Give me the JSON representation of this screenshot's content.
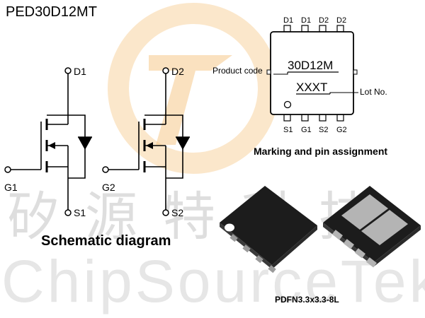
{
  "part_number": "PED30D12MT",
  "watermark": {
    "chinese": "矽源特科技",
    "english": "ChipSourceTek"
  },
  "schematic": {
    "caption": "Schematic diagram",
    "mosfet1": {
      "drain": "D1",
      "source": "S1",
      "gate": "G1"
    },
    "mosfet2": {
      "drain": "D2",
      "source": "S2",
      "gate": "G2"
    }
  },
  "marking": {
    "caption": "Marking and pin assignment",
    "top_pins": [
      "D1",
      "D1",
      "D2",
      "D2"
    ],
    "bottom_pins": [
      "S1",
      "G1",
      "S2",
      "G2"
    ],
    "product_code_label": "Product code",
    "product_code": "30D12M",
    "lot_label": "Lot No.",
    "lot_code": "XXXT"
  },
  "package": {
    "caption": "PDFN3.3x3.3-8L"
  },
  "colors": {
    "watermark_orange": "#f6c98a",
    "package_body": "#1c1c1c",
    "package_pad": "#b4b4b4"
  }
}
